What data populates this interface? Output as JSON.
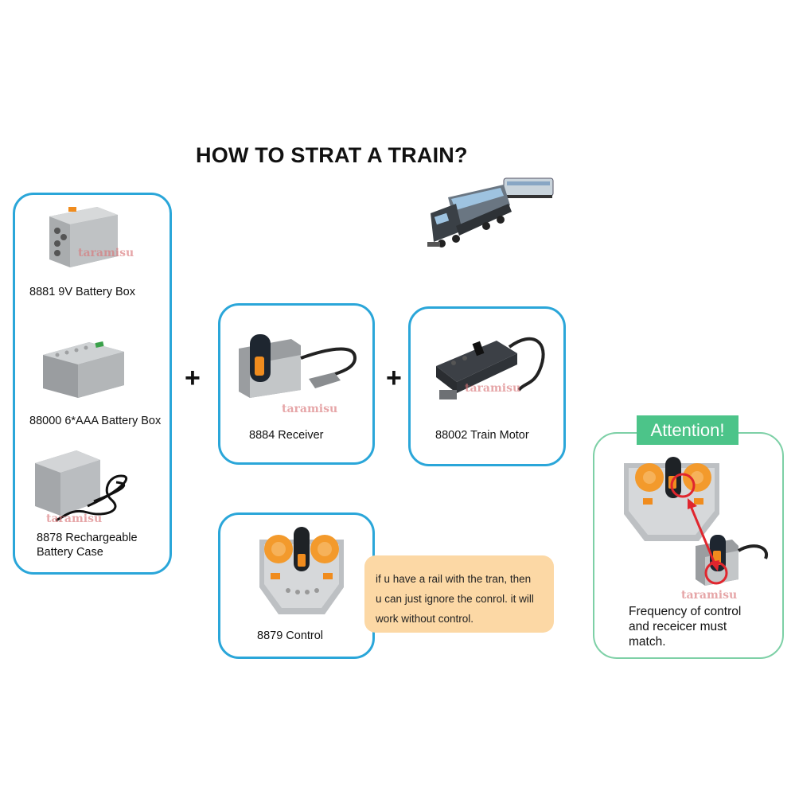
{
  "title": "HOW TO STRAT A TRAIN?",
  "watermark": "taramisu",
  "plus_symbol": "+",
  "products": {
    "battery_box_9v": "8881 9V Battery Box",
    "battery_box_aaa": "88000 6*AAA Battery Box",
    "rechargeable_line1": "8878 Rechargeable",
    "rechargeable_line2": "Battery Case",
    "receiver": "8884 Receiver",
    "train_motor": "88002 Train Motor",
    "control": "8879 Control"
  },
  "note": {
    "line1": "if u have a rail with the tran, then",
    "line2": "u can just ignore the conrol. it will",
    "line3": "work without control."
  },
  "attention": {
    "heading": "Attention!",
    "line1": "Frequency of control",
    "line2": "and receicer must",
    "line3": "match."
  },
  "colors": {
    "panel_border": "#2aa6d9",
    "attention_border": "#7dd0a6",
    "attention_badge": "#4cc489",
    "note_background": "#fcd8a5",
    "highlight_red": "#e0262e"
  }
}
